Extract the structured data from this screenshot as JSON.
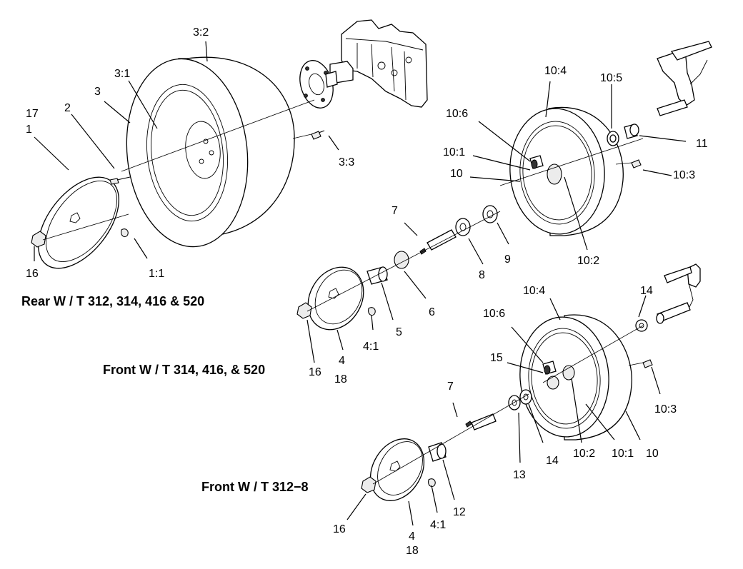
{
  "captions": {
    "rear": "Rear W / T 312, 314, 416 & 520",
    "front_a": "Front W / T 314, 416, & 520",
    "front_b": "Front W / T 312−8"
  },
  "callouts": {
    "rear_3_2": "3:2",
    "rear_3_1": "3:1",
    "rear_3": "3",
    "rear_2": "2",
    "rear_17": "17",
    "rear_1": "1",
    "rear_3_3": "3:3",
    "rear_16": "16",
    "rear_1_1": "1:1",
    "fa_10_4": "10:4",
    "fa_10_5": "10:5",
    "fa_10_6": "10:6",
    "fa_10_1": "10:1",
    "fa_10": "10",
    "fa_11": "11",
    "fa_10_3": "10:3",
    "fa_10_2": "10:2",
    "fa_7": "7",
    "fa_9": "9",
    "fa_8": "8",
    "fa_6": "6",
    "fa_5": "5",
    "fa_4_1": "4:1",
    "fa_4": "4",
    "fa_18": "18",
    "fa_16": "16",
    "fb_10_4": "10:4",
    "fb_14_top": "14",
    "fb_10_6": "10:6",
    "fb_15": "15",
    "fb_10_3": "10:3",
    "fb_7": "7",
    "fb_13": "13",
    "fb_14": "14",
    "fb_10_2": "10:2",
    "fb_10_1": "10:1",
    "fb_10": "10",
    "fb_12": "12",
    "fb_4_1": "4:1",
    "fb_4": "4",
    "fb_18": "18",
    "fb_16": "16"
  }
}
